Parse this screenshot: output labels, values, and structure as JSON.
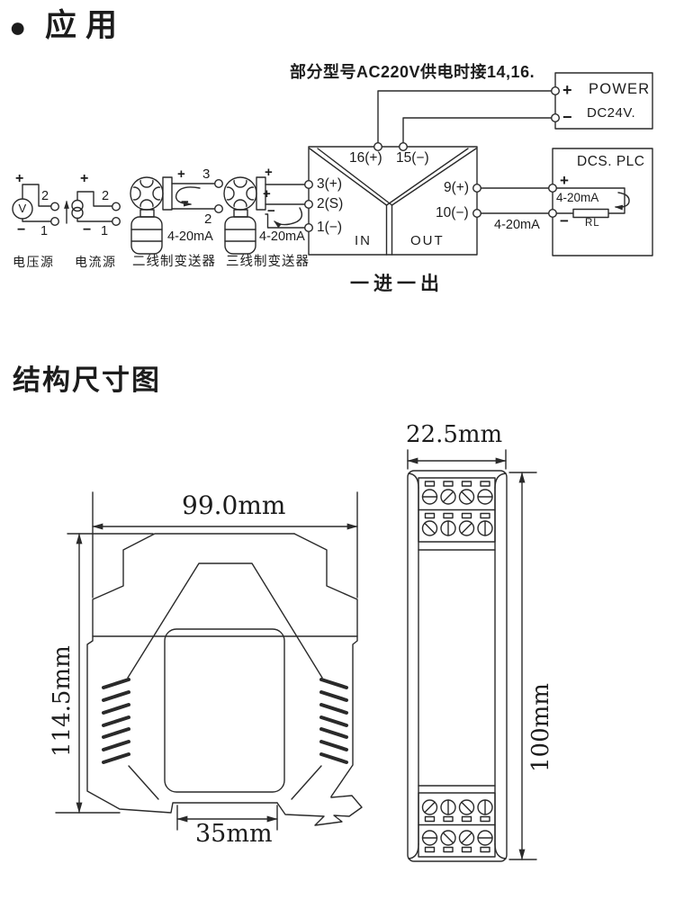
{
  "app": {
    "bullet": "●",
    "title": "应用",
    "note": "部分型号AC220V供电时接14,16.",
    "power": {
      "plus": "+",
      "minus": "−",
      "line1": "POWER",
      "line2": "DC24V."
    },
    "isolator": {
      "t16": "16(+)",
      "t15": "15(−)",
      "t3": "3(+)",
      "t2": "2(S)",
      "t1": "1(−)",
      "t9": "9(+)",
      "t10": "10(−)",
      "in_label": "IN",
      "out_label": "OUT"
    },
    "dcs": {
      "title": "DCS. PLC",
      "plus": "+",
      "minus": "−",
      "loop": "4-20mA",
      "rl": "RL"
    },
    "output_loop": "4-20mA",
    "caption": "一进一出",
    "vsrc": {
      "plus": "+",
      "minus": "−",
      "v": "V",
      "t2": "2",
      "t1": "1",
      "label": "电压源"
    },
    "csrc": {
      "plus": "+",
      "minus": "−",
      "t2": "2",
      "t1": "1",
      "label": "电流源"
    },
    "tw": {
      "plus": "+",
      "minus": "−",
      "t3": "3",
      "t2": "2",
      "ma": "4-20mA",
      "label": "二线制变送器"
    },
    "th": {
      "plus_top": "+",
      "plus_mid": "+",
      "minus": "−",
      "ma": "4-20mA",
      "label": "三线制变送器"
    }
  },
  "structure": {
    "title": "结构尺寸图",
    "front": {
      "w": "99.0mm",
      "h": "114.5mm",
      "rail": "35mm"
    },
    "side": {
      "w": "22.5mm",
      "h": "100mm"
    }
  },
  "colors": {
    "ink": "#1c1c1c",
    "line": "#2a2a2a",
    "bg": "#ffffff"
  }
}
